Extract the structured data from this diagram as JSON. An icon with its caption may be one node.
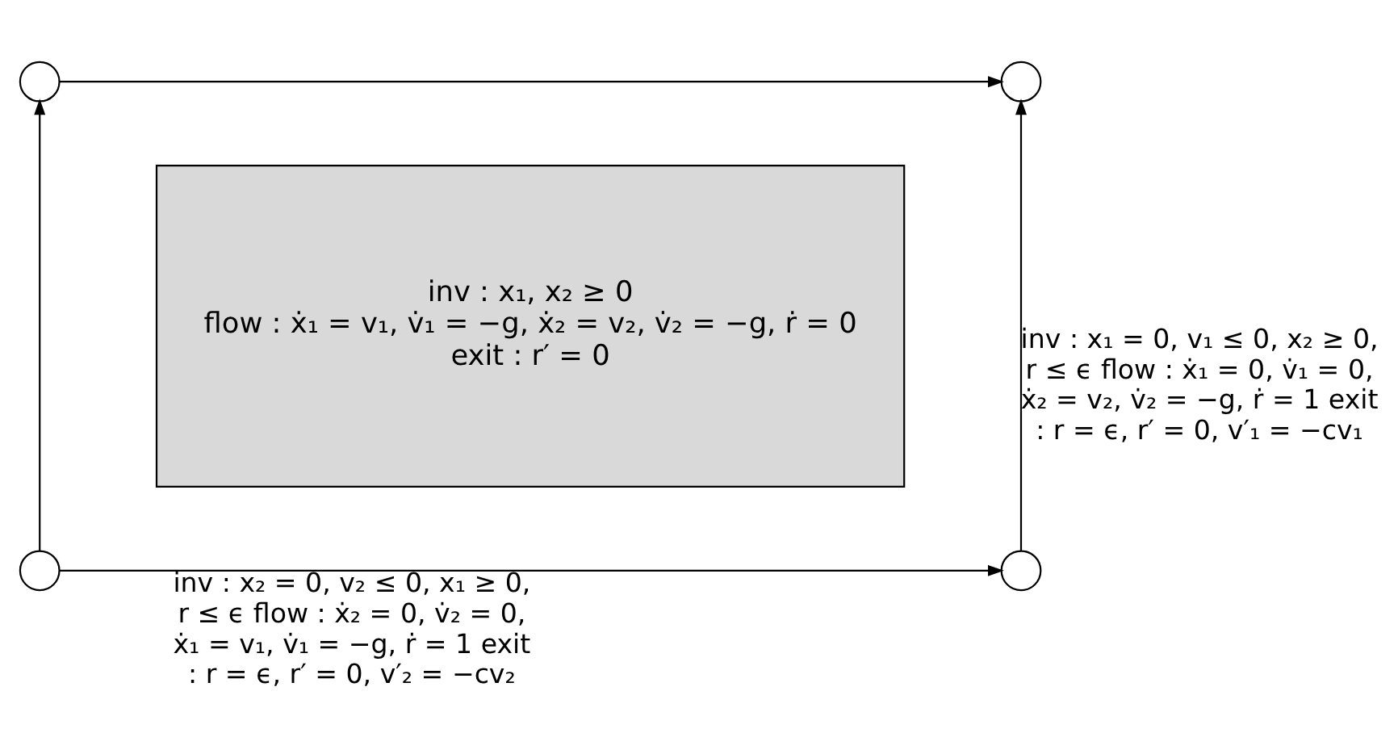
{
  "diagram": {
    "nodes": [
      {
        "text": [],
        "shape": "circle"
      },
      {
        "text": [],
        "shape": "circle"
      },
      {
        "text": [
          "inv : x₁, x₂ ≥ 0",
          "flow : ẋ₁ = v₁, v̇₁ = −g, ẋ₂ = v₂, v̇₂ = −g, ṙ = 0",
          "exit : r′ = 0"
        ]
      },
      {
        "text": [],
        "shape": "circle"
      },
      {
        "text": [],
        "shape": "circle"
      }
    ],
    "edges": [
      {
        "from": 3,
        "to": 0,
        "arrow": "to"
      },
      {
        "from": 0,
        "to": 1,
        "arrow": "to"
      },
      {
        "from": 4,
        "to": 1,
        "arrow": "to",
        "label": "inv : x₁ = 0, v₁ ≤ 0, x₂ ≥ 0, r ≤ ϵ flow : ẋ₁ = 0, v̇₁ = 0, ẋ₂ = v₂, v̇₂ = −g, ṙ = 1 exit : r = ϵ, r′ = 0, v′₁ = −cv₁"
      },
      {
        "from": 3,
        "to": 4,
        "arrow": "to",
        "label": "inv : x₂ = 0, v₂ ≤ 0, x₁ ≥ 0, r ≤ ϵ flow : ẋ₂ = 0, v̇₂ = 0, ẋ₁ = v₁, v̇₁ = −g, ṙ = 1 exit : r = ϵ, r′ = 0, v′₂ = −cv₂"
      }
    ]
  }
}
